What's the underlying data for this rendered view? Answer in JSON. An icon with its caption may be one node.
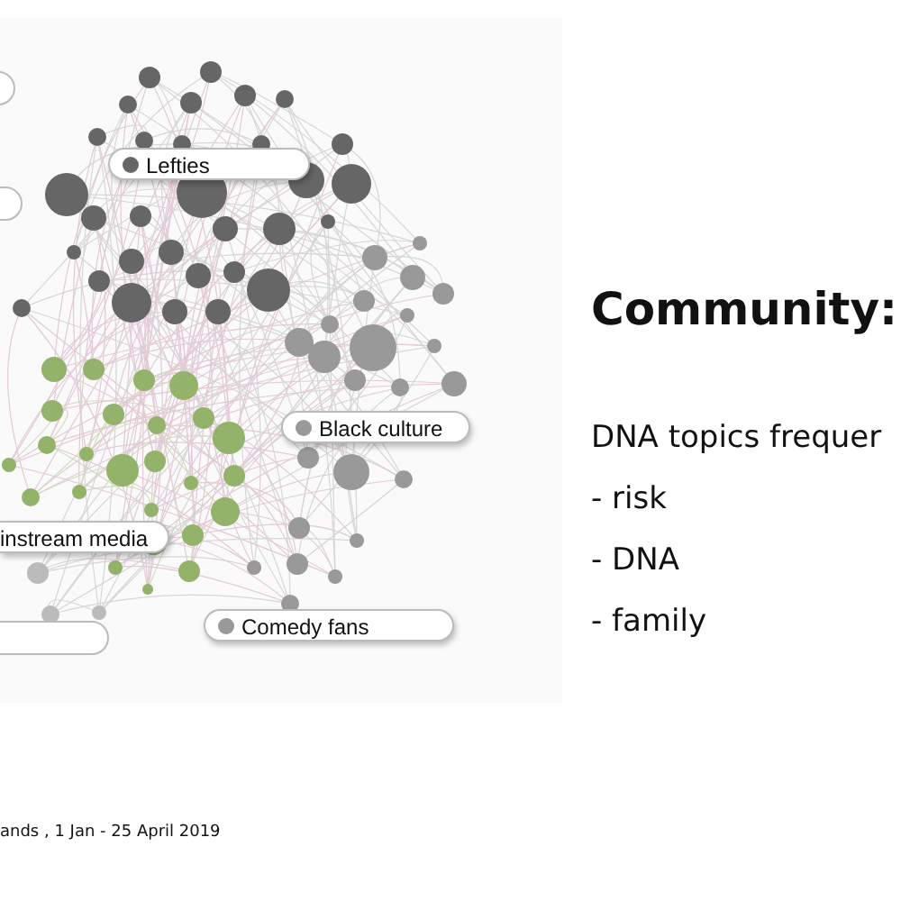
{
  "diagram": {
    "title": "Community:",
    "caption": "ands , 1 Jan - 25 April 2019",
    "labels": [
      "Lefties",
      "Black culture",
      "instream media",
      "Comedy fans",
      "DNA topics frequer",
      "- risk",
      "- DNA",
      "- family"
    ]
  }
}
